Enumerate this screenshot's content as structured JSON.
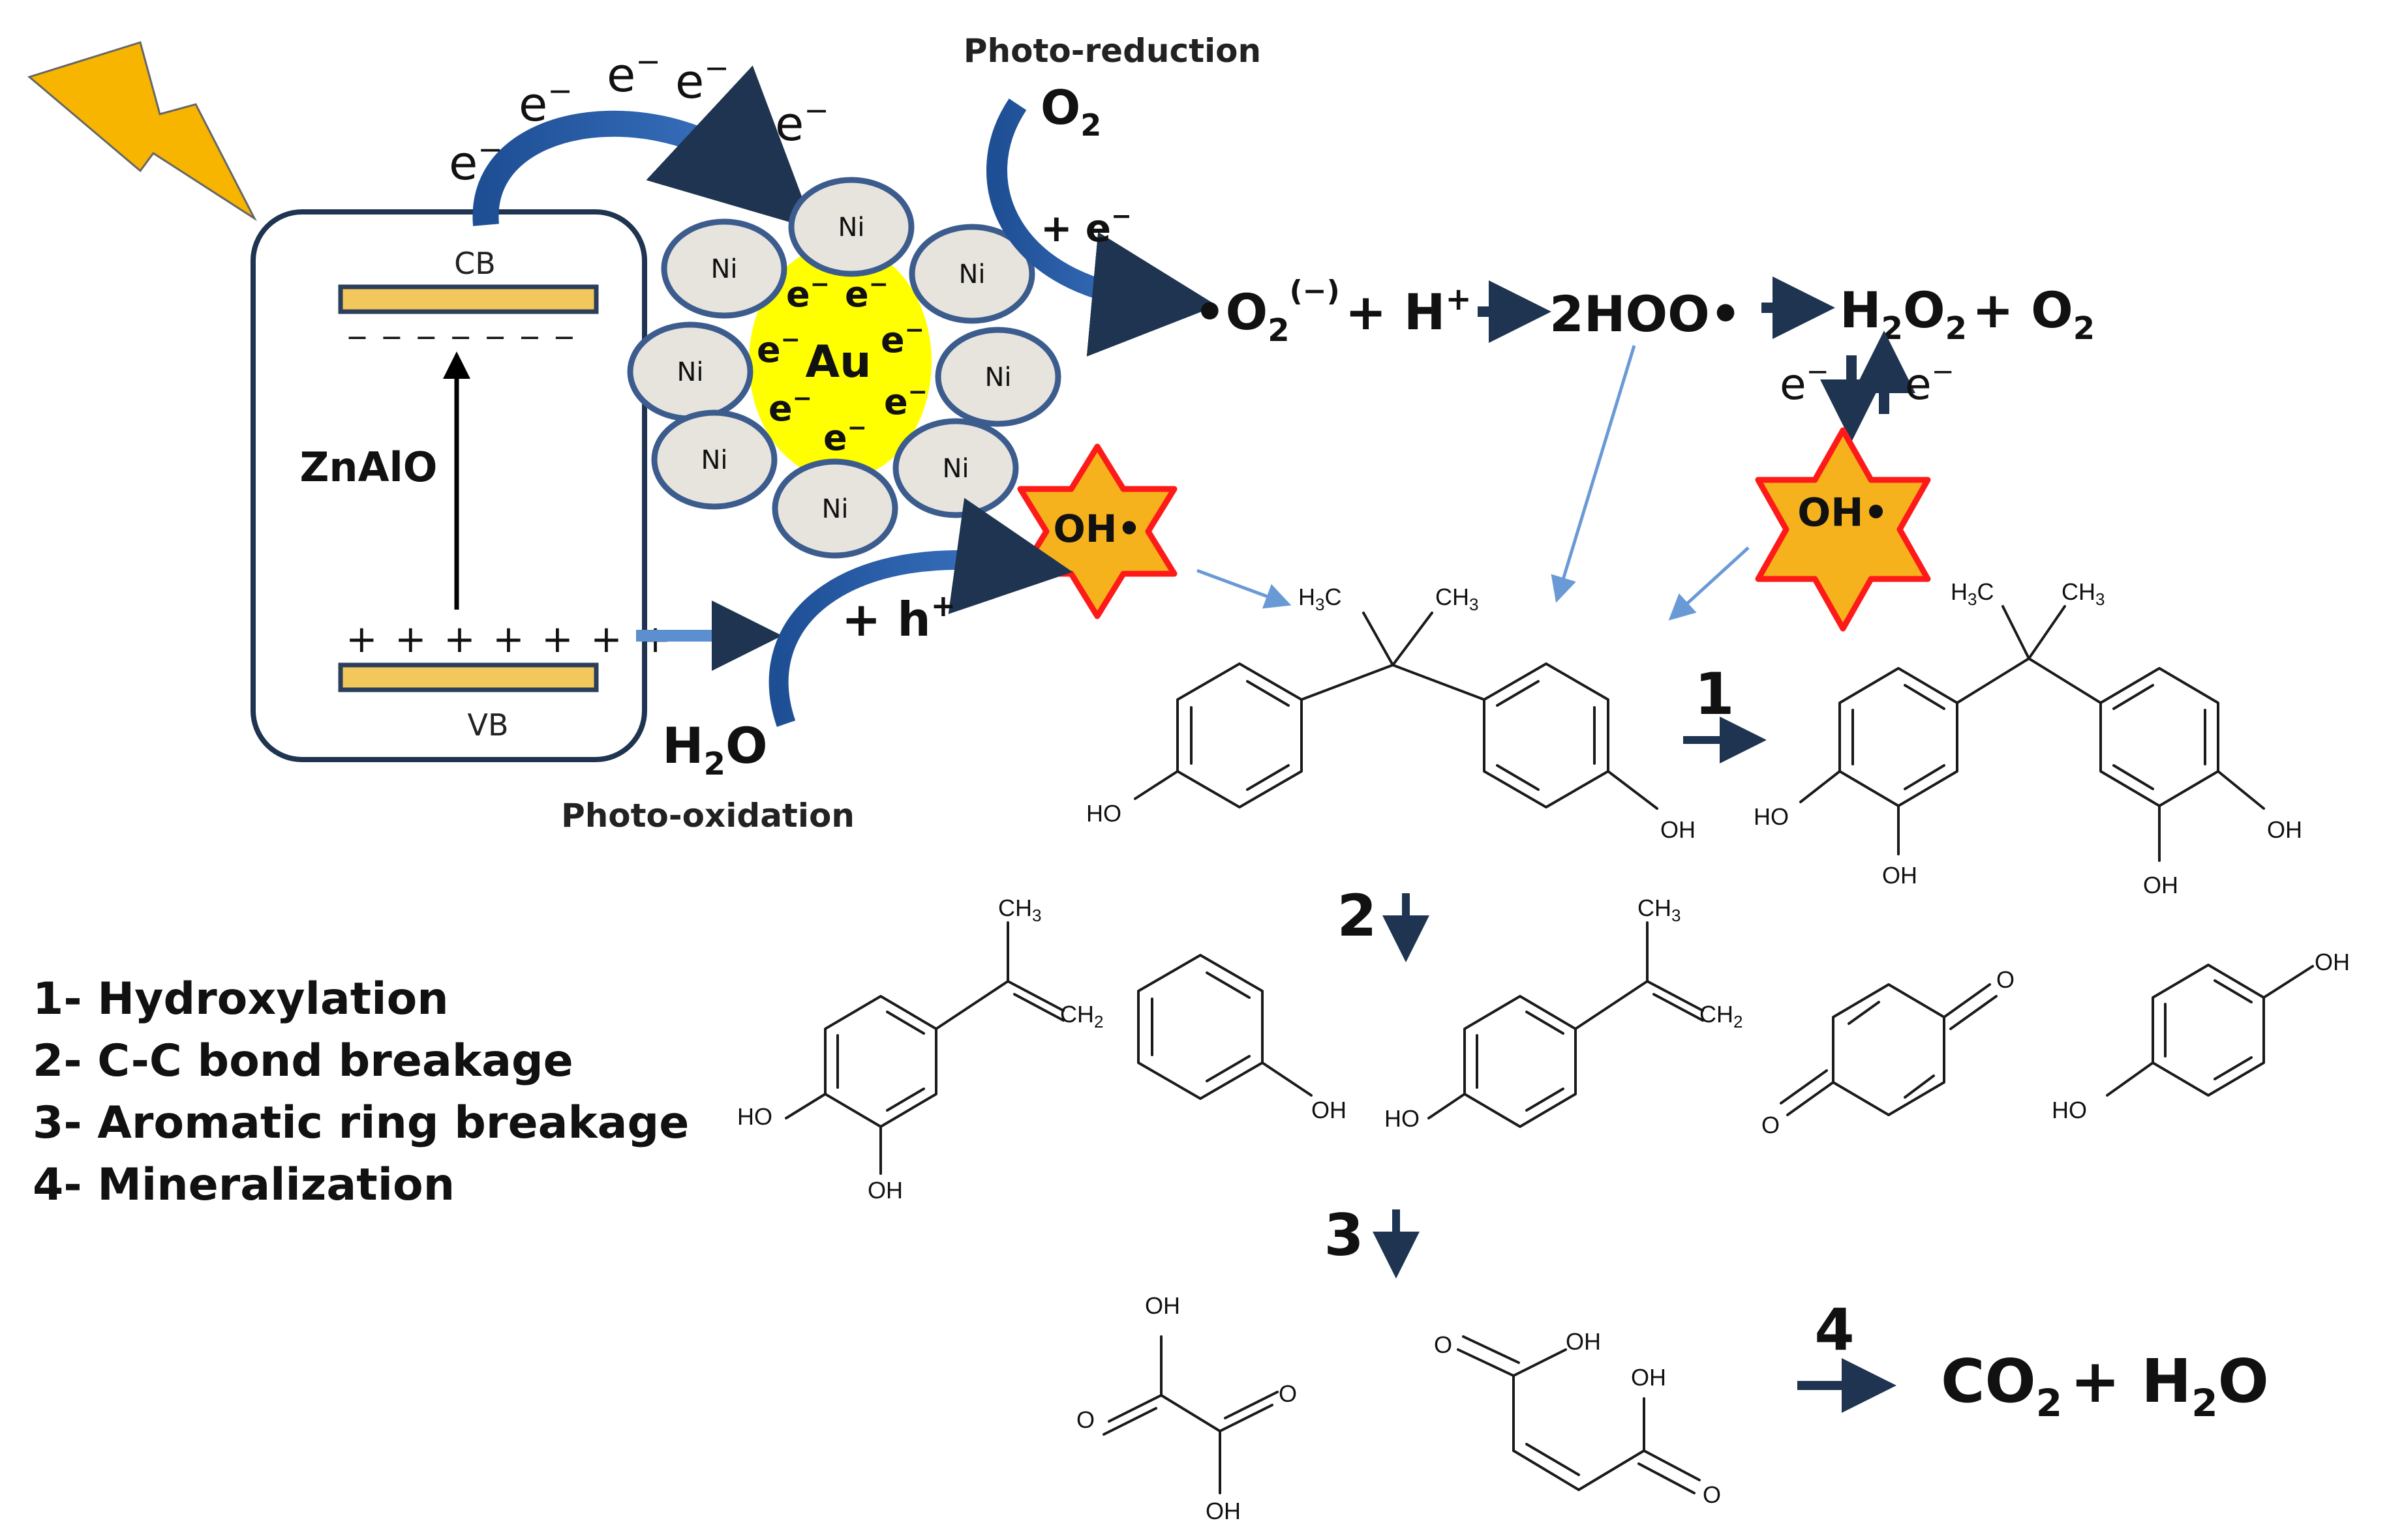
{
  "colors": {
    "frame": "#1f3450",
    "band": "#f2c75c",
    "band_stroke": "#2b3e5a",
    "particle_fill": "#e7e4dd",
    "particle_stroke": "#3c5c8e",
    "au_fill": "#ffff00",
    "star_fill": "#f5b21d",
    "star_stroke": "#ff1a1a",
    "bolt": "#f7b500",
    "arrow_dark": "#1f3450",
    "arrow_blue": "#2a66b5",
    "arrow_light": "#6a9ad6"
  },
  "icons": [
    "lightning-bolt-icon"
  ],
  "semiconductor": {
    "label": "ZnAlO",
    "cb": "CB",
    "vb": "VB",
    "minus": "_ _ _ _ _ _ _",
    "plus": "+ + + + + + +"
  },
  "electrons": {
    "e": "e",
    "sup": "−"
  },
  "catalyst": {
    "core": "Au",
    "particle": "Ni"
  },
  "reduction": {
    "title": "Photo-reduction",
    "o2": "O",
    "o2_sub": "2",
    "plus_e": "+ e",
    "plus_e_sup": "−",
    "radical": "•O",
    "radical_sub": "2",
    "radical_sup": "(−)",
    "plus_h": "+ H",
    "plus_h_sup": "+",
    "hoo": "2HOO•",
    "h2o2_h": "H",
    "h2o2_sub1": "2",
    "h2o2_o": "O",
    "h2o2_sub2": "2",
    "plus_o2": "+ O",
    "plus_o2_sub": "2",
    "e_left": "e",
    "e_left_sup": "−",
    "e_right": "e",
    "e_right_sup": "−"
  },
  "oxidation": {
    "title": "Photo-oxidation",
    "h2o_h": "H",
    "h2o_sub": "2",
    "h2o_o": "O",
    "plus_h": "+ h",
    "plus_h_sup": "+"
  },
  "radical_oh": "OH•",
  "steps": {
    "s1": "1",
    "s2": "2",
    "s3": "3",
    "s4": "4"
  },
  "legend": [
    "1- Hydroxylation",
    "2- C-C bond breakage",
    "3- Aromatic ring breakage",
    "4- Mineralization"
  ],
  "atoms": {
    "ho": "HO",
    "oh": "OH",
    "o": "O",
    "h3c": "H",
    "h3c_sub": "3",
    "h3c_c": "C",
    "ch3_c": "CH",
    "ch3_sub": "3",
    "ch2_c": "CH",
    "ch2_sub": "2"
  },
  "product": {
    "co2_c": "CO",
    "co2_sub": "2",
    "plus_h2o": "+ H",
    "h2o_sub": "2",
    "h2o_o": "O"
  }
}
